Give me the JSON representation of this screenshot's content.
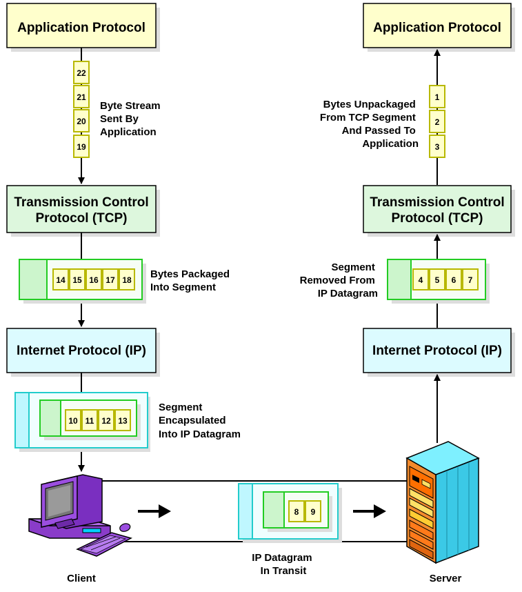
{
  "client_side": {
    "app_box": "Application Protocol",
    "tcp_box": [
      "Transmission Control",
      "Protocol (TCP)"
    ],
    "ip_box": "Internet Protocol (IP)",
    "stream_bytes": [
      "22",
      "21",
      "20",
      "19"
    ],
    "stream_note": [
      "Byte Stream",
      "Sent By",
      "Application"
    ],
    "segment_bytes": [
      "14",
      "15",
      "16",
      "17",
      "18"
    ],
    "segment_note": [
      "Bytes Packaged",
      "Into Segment"
    ],
    "datagram_bytes": [
      "10",
      "11",
      "12",
      "13"
    ],
    "datagram_note": [
      "Segment",
      "Encapsulated",
      "Into IP Datagram"
    ],
    "label": "Client"
  },
  "transit": {
    "bytes": [
      "8",
      "9"
    ],
    "note": [
      "IP Datagram",
      "In Transit"
    ]
  },
  "server_side": {
    "app_box": "Application Protocol",
    "tcp_box": [
      "Transmission Control",
      "Protocol (TCP)"
    ],
    "ip_box": "Internet Protocol (IP)",
    "stream_bytes": [
      "1",
      "2",
      "3"
    ],
    "stream_note": [
      "Bytes Unpackaged",
      "From TCP Segment",
      "And  Passed To",
      "Application"
    ],
    "segment_bytes": [
      "4",
      "5",
      "6",
      "7"
    ],
    "segment_note": [
      "Segment",
      "Removed From",
      "IP Datagram"
    ],
    "label": "Server"
  },
  "colors": {
    "app_fill": "#ffffcc",
    "tcp_fill": "#ddf7dd",
    "ip_fill": "#dcfbff",
    "byte_fill": "#ffffcc",
    "byte_border": "#b8b800",
    "segment_border": "#22cc22",
    "segment_header": "#ccf5cc",
    "datagram_header": "#bff7ff",
    "datagram_border": "#22cccc"
  }
}
